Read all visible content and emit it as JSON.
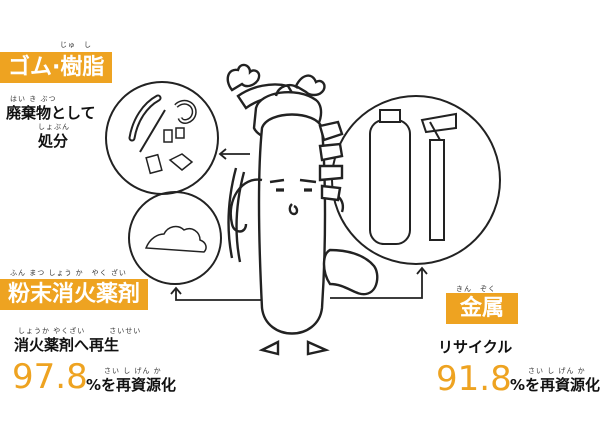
{
  "rubber": {
    "title": "ゴム·樹脂",
    "title_ruby": "じゅ　し",
    "desc_line1_ruby": "はい き ぶつ",
    "desc_line1": "廃棄物として",
    "desc_line2_ruby": "しょぶん",
    "desc_line2": "処分"
  },
  "powder": {
    "title": "粉末消火薬剤",
    "title_ruby": "ふん まつ しょう か　やく ざい",
    "desc_ruby": "しょうか やくざい　　　さいせい",
    "desc": "消火薬剤へ再生",
    "percent": "97.8",
    "percent_ruby": "さい し げん か",
    "percent_suffix": "%を再資源化"
  },
  "metal": {
    "title": "金属",
    "title_ruby": "きん　ぞく",
    "desc": "リサイクル",
    "percent": "91.8",
    "percent_ruby": "さい し げん か",
    "percent_suffix": "%を再資源化"
  },
  "colors": {
    "accent": "#eea321",
    "line": "#222222"
  }
}
